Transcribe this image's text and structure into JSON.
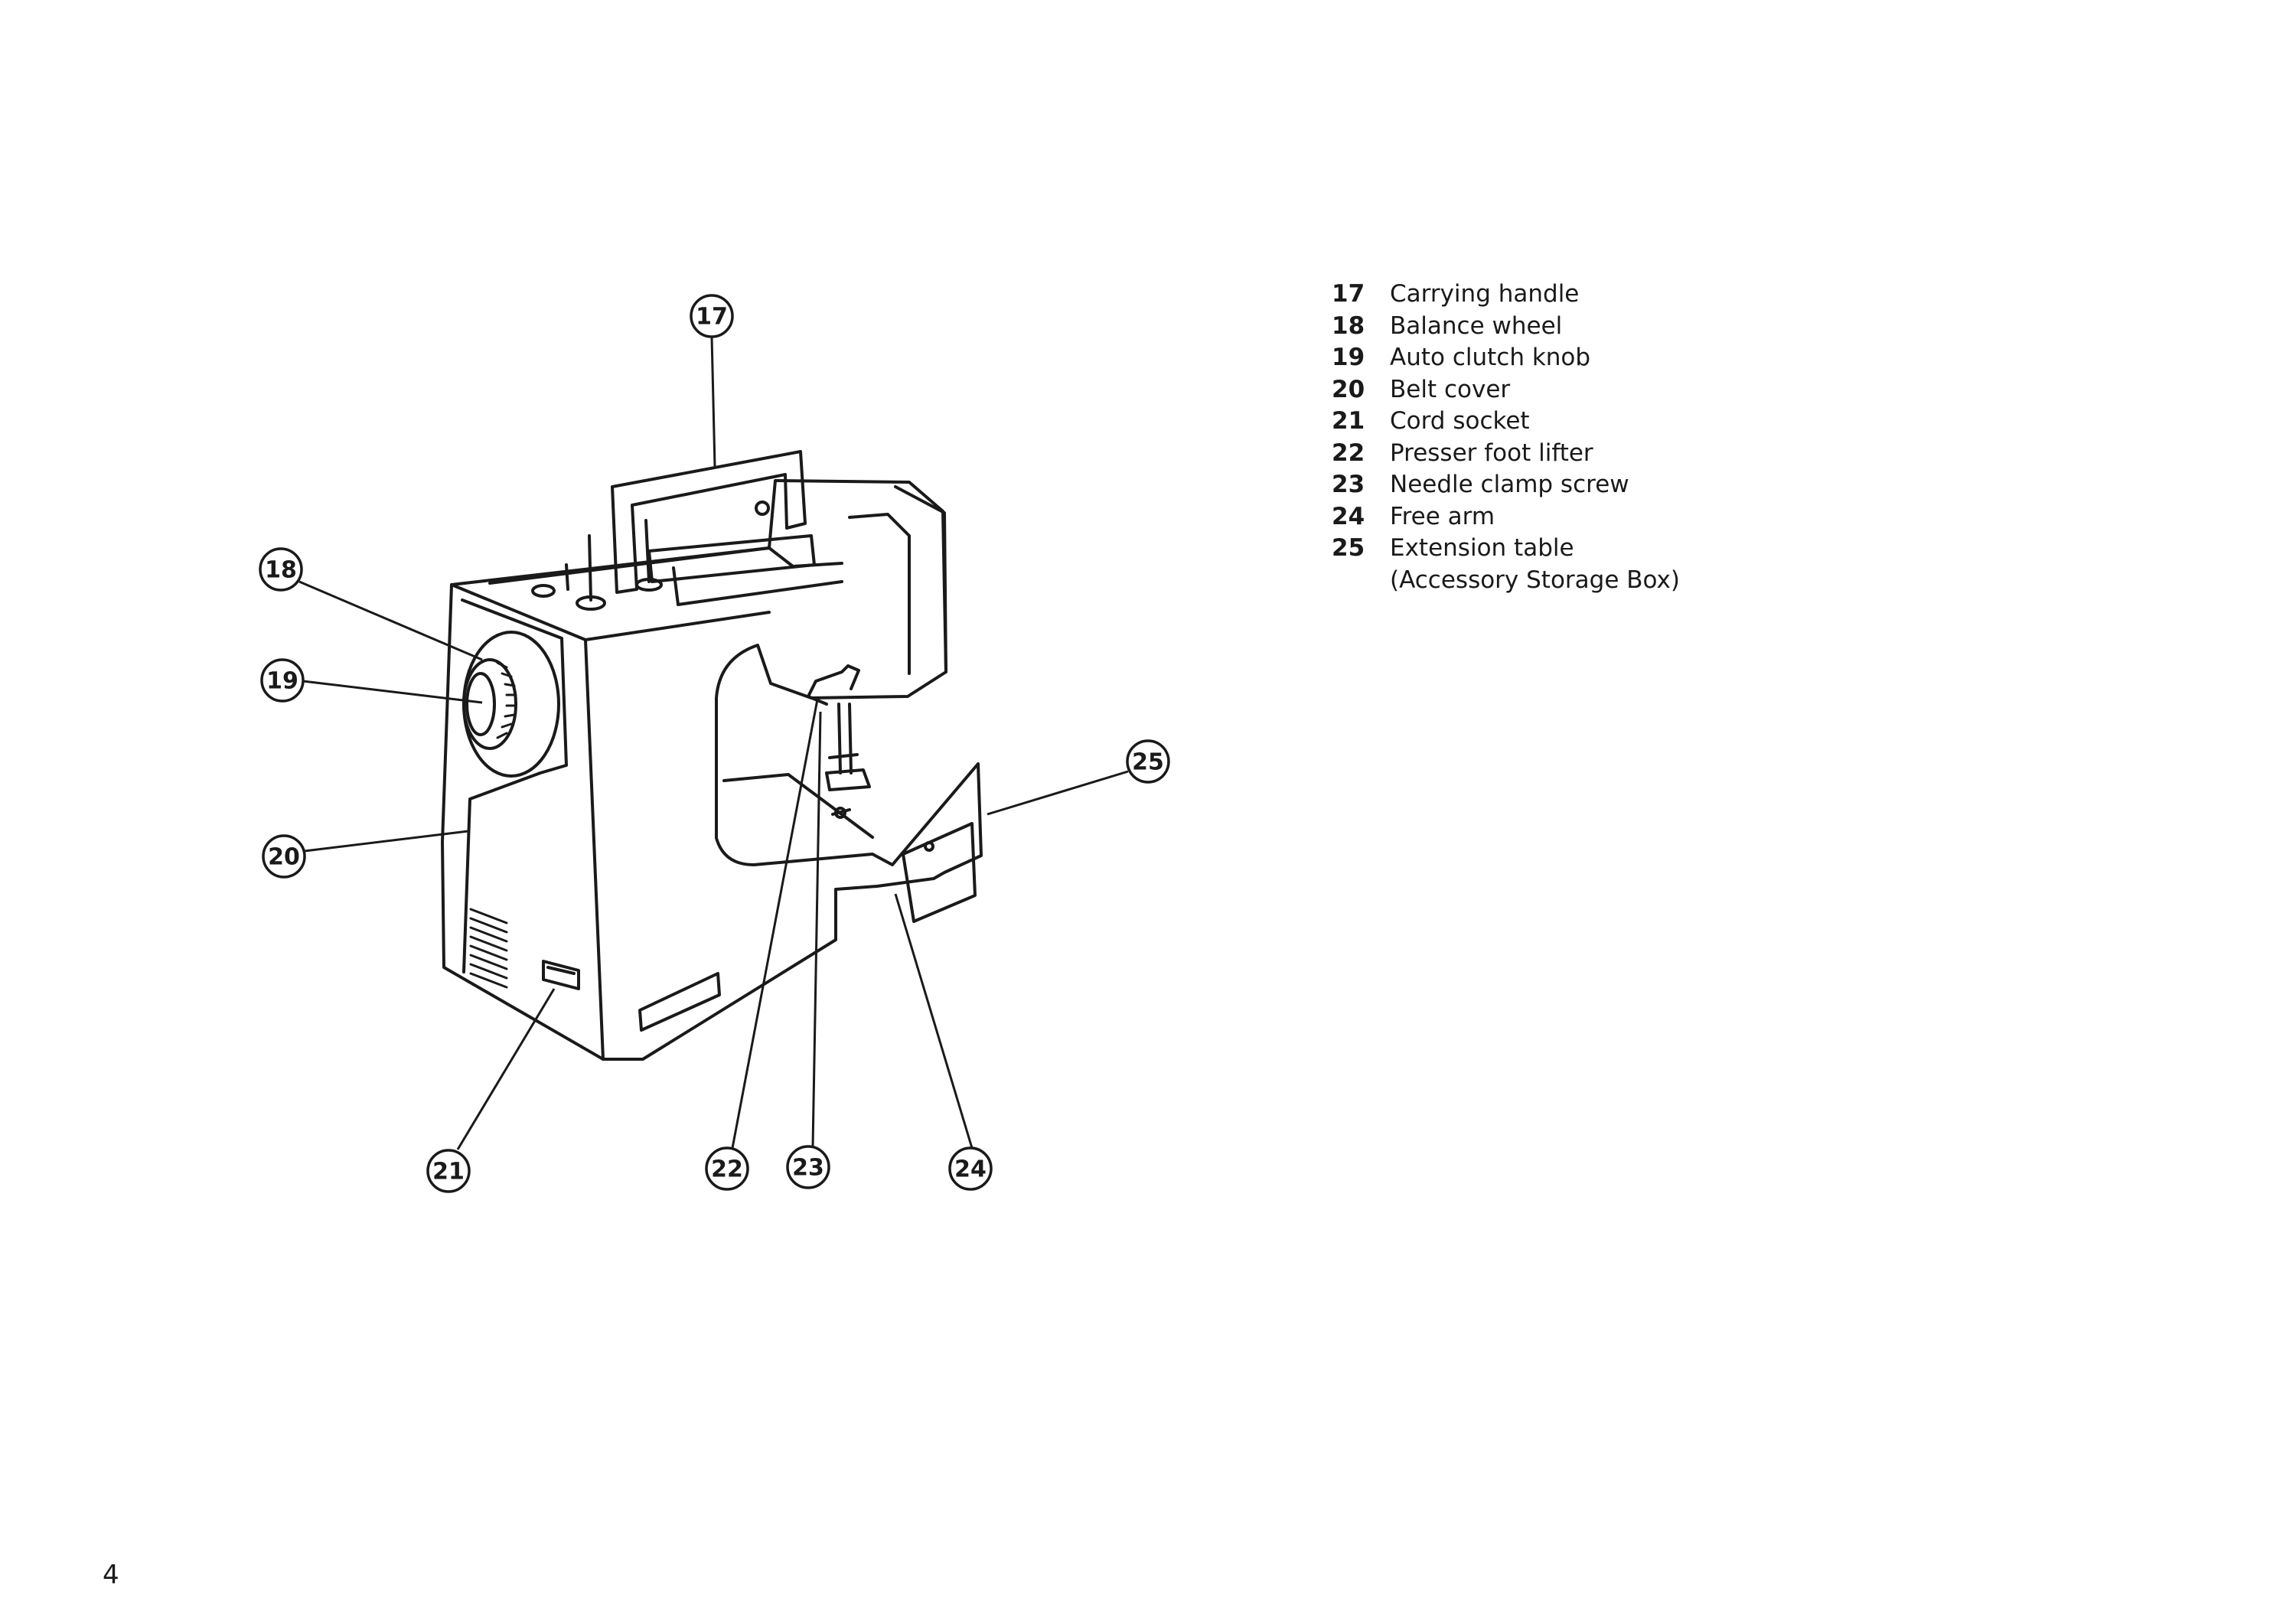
{
  "page_number": "4",
  "legend": {
    "items": [
      {
        "num": "17",
        "label": "Carrying handle"
      },
      {
        "num": "18",
        "label": "Balance wheel"
      },
      {
        "num": "19",
        "label": "Auto clutch knob"
      },
      {
        "num": "20",
        "label": "Belt cover"
      },
      {
        "num": "21",
        "label": "Cord socket"
      },
      {
        "num": "22",
        "label": "Presser foot lifter"
      },
      {
        "num": "23",
        "label": "Needle clamp screw"
      },
      {
        "num": "24",
        "label": "Free arm"
      },
      {
        "num": "25",
        "label": "Extension table"
      }
    ],
    "continuation": "(Accessory Storage Box)"
  },
  "callouts": {
    "c17": "17",
    "c18": "18",
    "c19": "19",
    "c20": "20",
    "c21": "21",
    "c22": "22",
    "c23": "23",
    "c24": "24",
    "c25": "25"
  },
  "colors": {
    "ink": "#1a1a1a",
    "paper": "#ffffff"
  }
}
